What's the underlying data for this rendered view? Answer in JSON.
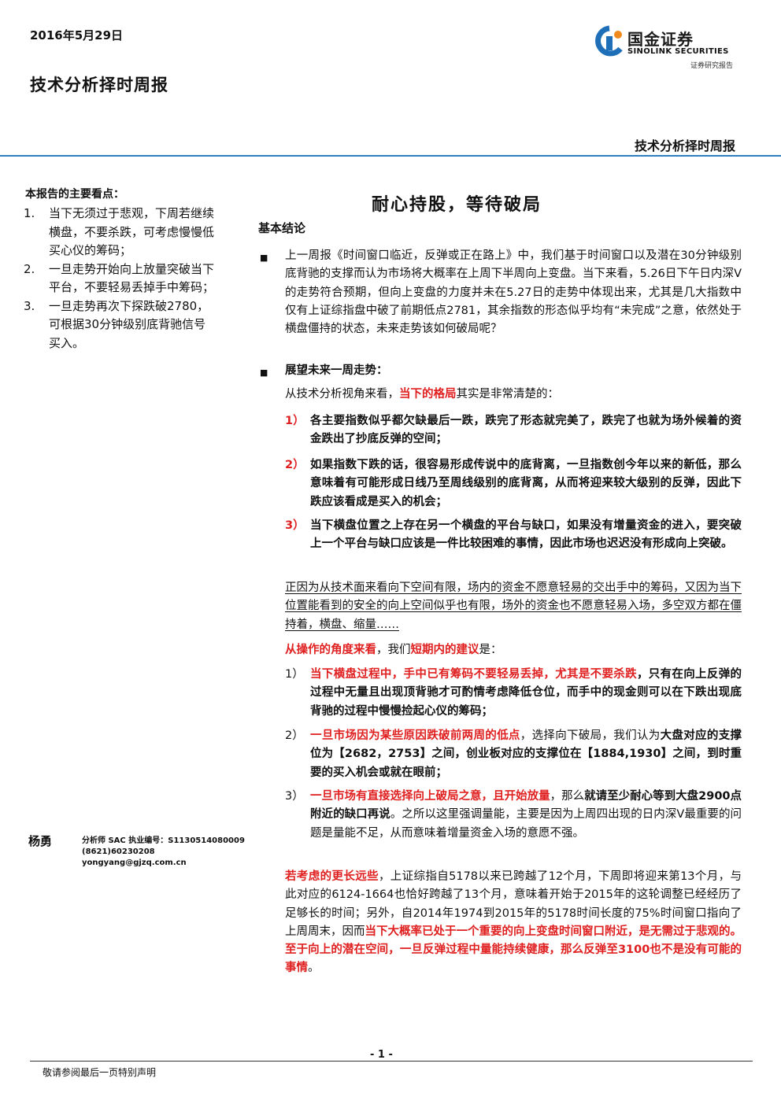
{
  "header": {
    "date": "2016年5月29日",
    "report_type": "技术分析择时周报",
    "logo_cn": "国金证券",
    "logo_en": "SINOLINK SECURITIES",
    "logo_sub": "证券研究报告",
    "right_title": "技术分析择时周报"
  },
  "sidebar": {
    "heading": "本报告的主要看点：",
    "items": [
      {
        "num": "1.",
        "text": "当下无须过于悲观，下周若继续横盘，不要杀跌，可考虑慢慢低买心仪的筹码；"
      },
      {
        "num": "2.",
        "text": "一旦走势开始向上放量突破当下平台，不要轻易丢掉手中筹码；"
      },
      {
        "num": "3.",
        "text": "一旦走势再次下探跌破2780，可根据30分钟级别底背驰信号买入。"
      }
    ]
  },
  "main": {
    "title": "耐心持股，等待破局",
    "section": "基本结论",
    "p1": "上一周报《时间窗口临近，反弹或正在路上》中，我们基于时间窗口以及潜在30分钟级别底背驰的支撑而认为市场将大概率在上周下半周向上变盘。当下来看，5.26日下午日内深V的走势符合预期，但向上变盘的力度并未在5.27日的走势中体现出来，尤其是几大指数中仅有上证综指盘中破了前期低点2781，其余指数的形态似乎均有“未完成”之意，依然处于横盘僵持的状态，未来走势该如何破局呢？",
    "outlook_head": "展望未来一周走势：",
    "intro_a": "从技术分析视角来看，",
    "intro_red": "当下的格局",
    "intro_b": "其实是非常清楚的：",
    "points": [
      {
        "label": "1）",
        "text": "各主要指数似乎都欠缺最后一跌，跌完了形态就完美了，跌完了也就为场外候着的资金跌出了抄底反弹的空间；"
      },
      {
        "label": "2）",
        "text": "如果指数下跌的话，很容易形成传说中的底背离，一旦指数创今年以来的新低，那么意味着有可能形成日线乃至周线级别的底背离，从而将迎来较大级别的反弹，因此下跌应该看成是买入的机会；"
      },
      {
        "label": "3）",
        "text": "当下横盘位置之上存在另一个横盘的平台与缺口，如果没有增量资金的进入，要突破上一个平台与缺口应该是一件比较困难的事情，因此市场也迟迟没有形成向上突破。"
      }
    ],
    "underlined": "正因为从技术面来看向下空间有限，场内的资金不愿意轻易的交出手中的筹码，又因为当下位置能看到的安全的向上空间似乎也有限，场外的资金也不愿意轻易入场，多空双方都在僵持着，横盘、缩量……",
    "op_red1": "从操作的角度来看",
    "op_mid": "，我们",
    "op_red2": "短期内的建议",
    "op_end": "是：",
    "advice": [
      {
        "label": "1）",
        "r1": "当下横盘过程中，手中已有筹码不要轻易丢掉，尤其是不要杀跌",
        "b1": "，只有在向上反弹的过程中无量且出现顶背驰才可酌情考虑降低仓位，而手中的现金则可以在下跌出现底背驰的过程中慢慢捡起心仪的筹码；"
      },
      {
        "label": "2）",
        "r1": "一旦市场因为某些原因跌破前两周的低点",
        "n1": "，选择向下破局，我们认为",
        "b1": "大盘对应的支撑位为【2682，2753】之间，创业板对应的支撑位在【1884,1930】之间，到时重要的买入机会或就在眼前；"
      },
      {
        "label": "3）",
        "r1": "一旦市场有直接选择向上破局之意，且开始放量",
        "n1": "，那么",
        "b1": "就请至少耐心等到大盘2900点附近的缺口再说",
        "n2": "。之所以这里强调量能，主要是因为上周四出现的日内深V最重要的问题是量能不足，从而意味着增量资金入场的意愿不强。"
      }
    ],
    "long_red1": "若考虑的更长远些",
    "long_n1": "，上证综指自5178以来已跨越了12个月，下周即将迎来第13个月，与此对应的6124-1664也恰好跨越了13个月，意味着开始于2015年的这轮调整已经经历了足够长的时间；另外，自2014年1974到2015年的5178时间长度的75%时间窗口指向了上周周末，因而",
    "long_red2": "当下大概率已处于一个重要的向上变盘时间窗口附近，是无需过于悲观的。至于向上的潜在空间，一旦反弹过程中量能持续健康，那么反弹至3100也不是没有可能的事情",
    "long_end": "。"
  },
  "author": {
    "name": "杨勇",
    "license": "分析师 SAC 执业编号：S1130514080009",
    "phone": "(8621)60230208",
    "email": "yongyang@gjzq.com.cn"
  },
  "footer": {
    "page": "- 1 -",
    "disclaimer": "敬请参阅最后一页特别声明"
  },
  "colors": {
    "accent_blue": "#2a7fc6",
    "highlight_red": "#e02020",
    "logo_orange": "#f08a1c"
  }
}
